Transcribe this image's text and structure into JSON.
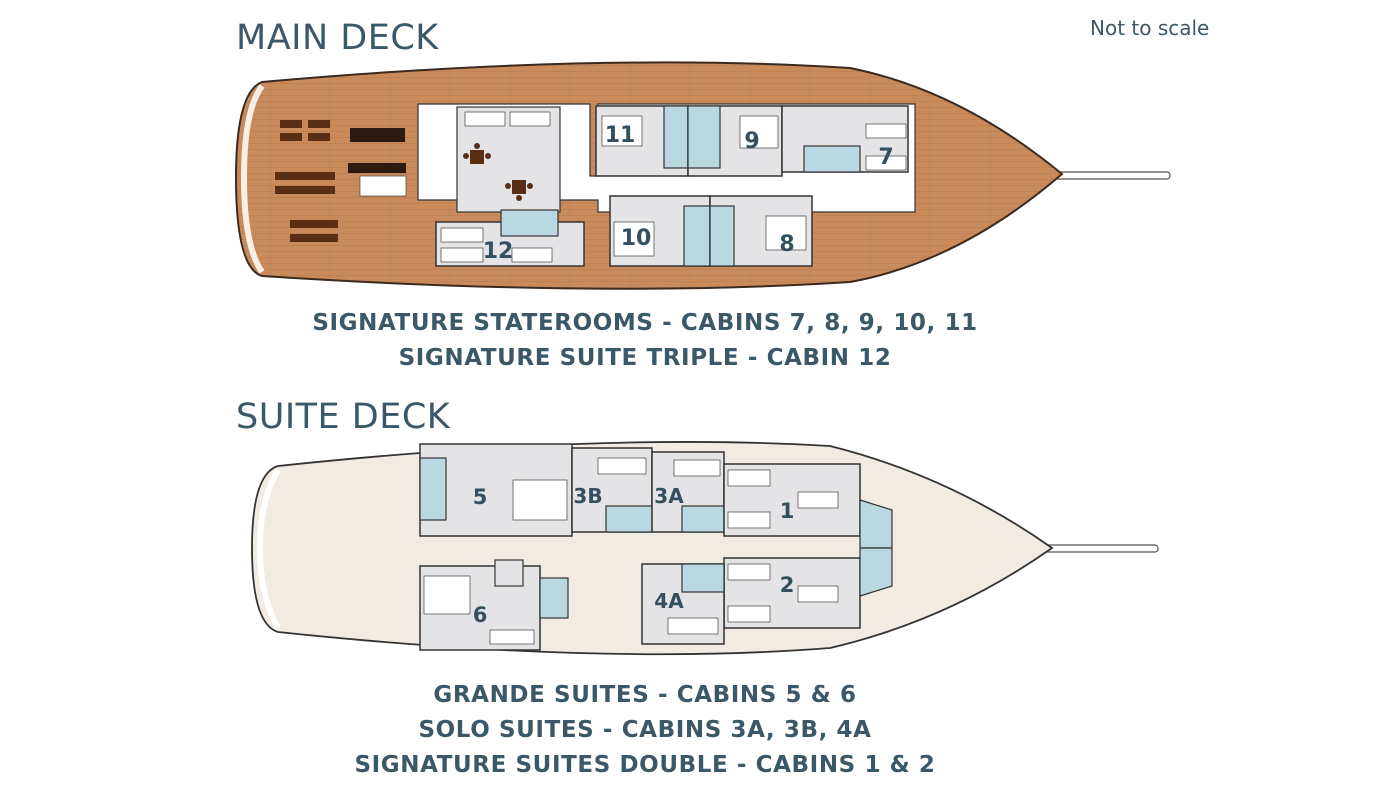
{
  "main_deck": {
    "title": "MAIN DECK",
    "cabins": [
      "11",
      "9",
      "7",
      "10",
      "8",
      "12"
    ],
    "captions": [
      "SIGNATURE STATEROOMS - CABINS 7, 8, 9, 10, 11",
      "SIGNATURE SUITE TRIPLE - CABIN 12"
    ]
  },
  "suite_deck": {
    "title": "SUITE DECK",
    "cabins": [
      "5",
      "3B",
      "3A",
      "1",
      "6",
      "4A",
      "2"
    ],
    "captions": [
      "GRANDE SUITES - CABINS 5 & 6",
      "SOLO SUITES - CABINS 3A, 3B, 4A",
      "SIGNATURE SUITES DOUBLE - CABINS 1 & 2"
    ]
  },
  "note": "Not to scale",
  "colors": {
    "text": "#3a5868",
    "deck_wood": "#c98a5c",
    "deck_cream": "#f2ebe3",
    "cabin_floor": "#e4e4e6",
    "bathroom": "#b9d8e2"
  }
}
